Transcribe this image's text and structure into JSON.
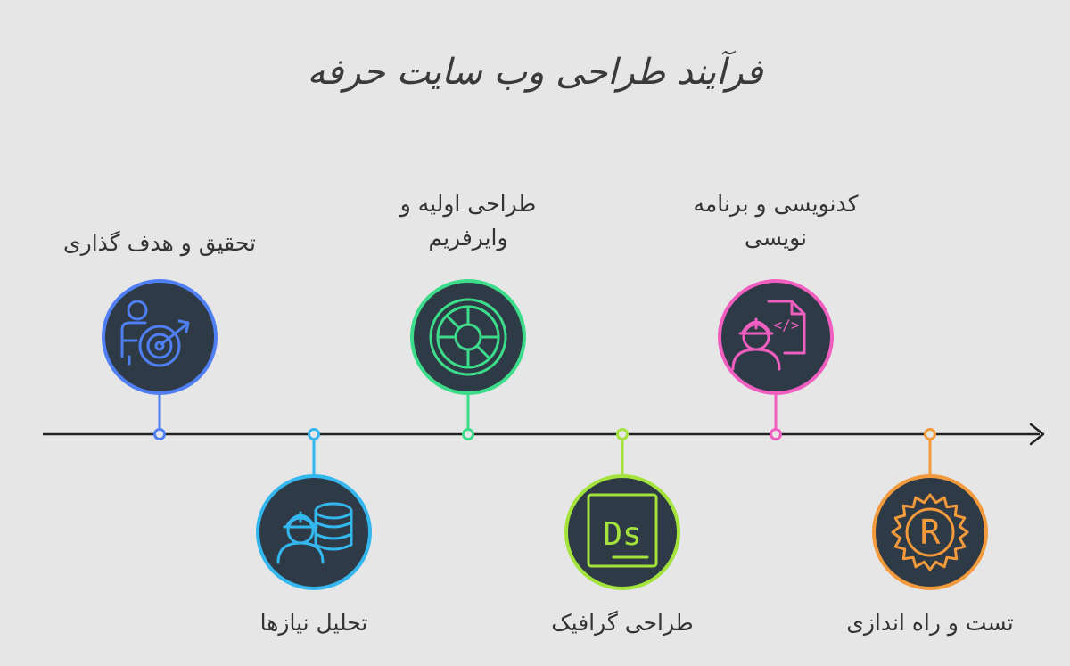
{
  "title": "فرآیند طراحی وب سایت حرفه",
  "colors": {
    "background": "#e6e6e6",
    "circle_fill": "#2e3a45",
    "axis": "#222222"
  },
  "steps": [
    {
      "id": "research",
      "lines": [
        "تحقیق و  هدف گذاری"
      ],
      "position": "above",
      "color": "#4f7ff2",
      "icon": "target-person-icon"
    },
    {
      "id": "requirements",
      "lines": [
        "تحلیل نیازها"
      ],
      "position": "below",
      "color": "#34b7ee",
      "icon": "worker-database-icon"
    },
    {
      "id": "wireframe",
      "lines": [
        "طراحی اولیه و",
        "وایرفریم"
      ],
      "position": "above",
      "color": "#3ddc8b",
      "icon": "wheel-icon"
    },
    {
      "id": "graphic",
      "lines": [
        "طراحی گرافیک"
      ],
      "position": "below",
      "color": "#a3e33c",
      "icon": "ds-badge-icon",
      "icon_text": "Ds"
    },
    {
      "id": "coding",
      "lines": [
        "کدنویسی و برنامه",
        "نویسی"
      ],
      "position": "above",
      "color": "#f05fc0",
      "icon": "worker-code-icon",
      "icon_text": "</>"
    },
    {
      "id": "testing",
      "lines": [
        "تست و راه اندازی"
      ],
      "position": "below",
      "color": "#f39a3c",
      "icon": "r-gear-icon",
      "icon_text": "R"
    }
  ]
}
